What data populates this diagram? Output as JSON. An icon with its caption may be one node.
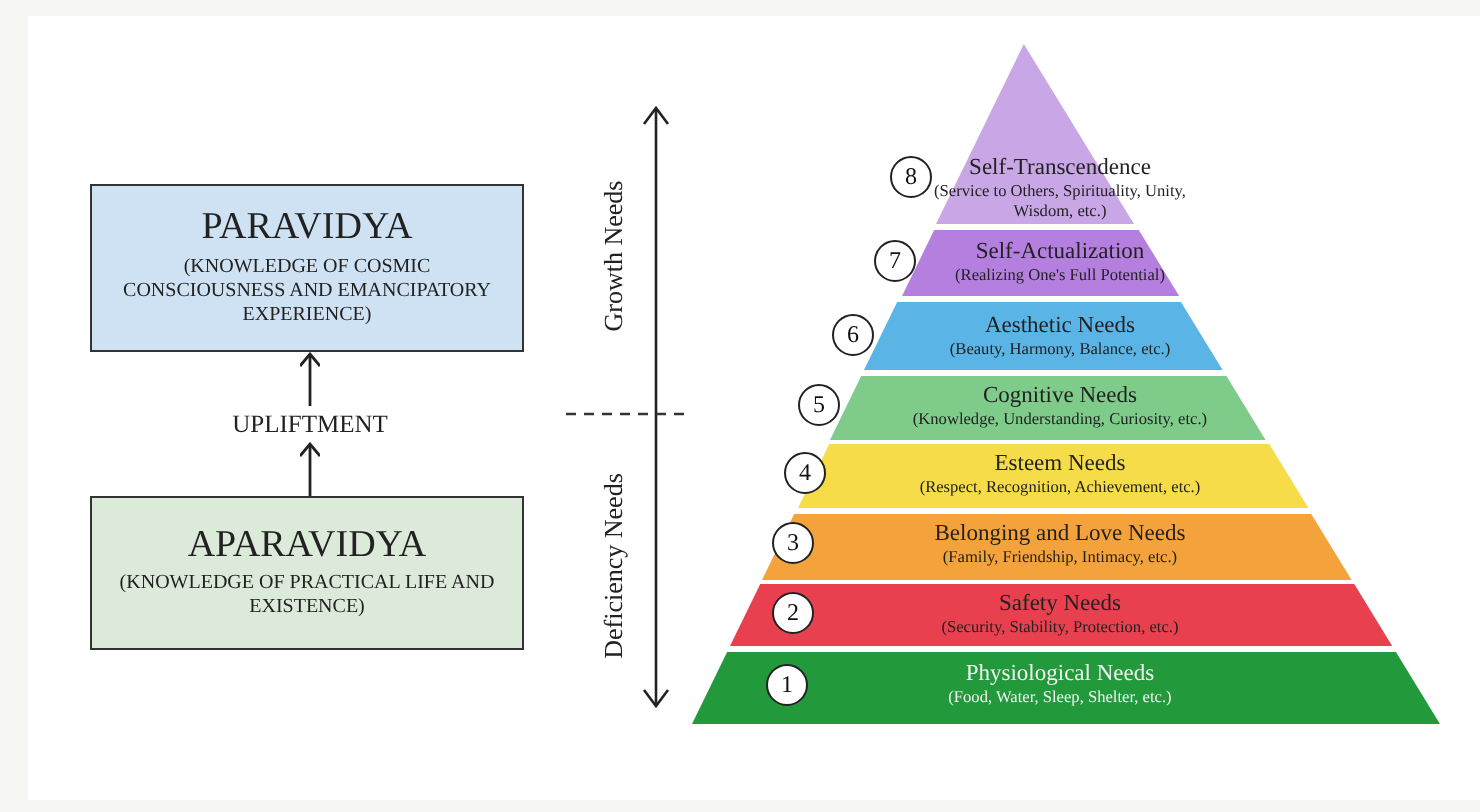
{
  "diagram": {
    "nodes": [
      {
        "text": [
          "PARAVIDYA",
          "(KNOWLEDGE OF COSMIC CONSCIOUSNESS AND EMANCIPATORY EXPERIENCE)"
        ]
      },
      {
        "text": [
          "UPLIFTMENT"
        ]
      },
      {
        "text": [
          "APARAVIDYA",
          "(KNOWLEDGE OF PRACTICAL LIFE AND EXISTENCE)"
        ]
      },
      {
        "text": [
          "8",
          "Self-Transcendence",
          "(Service to Others, Spirituality, Unity, Wisdom, etc.)"
        ]
      },
      {
        "text": [
          "7",
          "Self-Actualization",
          "(Realizing One's Full Potential)"
        ]
      },
      {
        "text": [
          "6",
          "Aesthetic Needs",
          "(Beauty, Harmony, Balance, etc.)"
        ]
      },
      {
        "text": [
          "5",
          "Cognitive Needs",
          "(Knowledge, Understanding, Curiosity, etc.)"
        ]
      },
      {
        "text": [
          "4",
          "Esteem Needs",
          "(Respect, Recognition, Achievement, etc.)"
        ]
      },
      {
        "text": [
          "3",
          "Belonging and Love Needs",
          "(Family, Friendship, Intimacy, etc.)"
        ]
      },
      {
        "text": [
          "2",
          "Safety Needs",
          "(Security, Stability, Protection, etc.)"
        ]
      },
      {
        "text": [
          "1",
          "Physiological Needs",
          "(Food, Water, Sleep, Shelter, etc.)"
        ]
      }
    ],
    "edges": [
      {
        "from": 2,
        "to": 1,
        "arrow": "to"
      },
      {
        "from": 1,
        "to": 0,
        "arrow": "to"
      }
    ],
    "labels": [
      "Growth Needs",
      "Deficiency Needs"
    ]
  }
}
